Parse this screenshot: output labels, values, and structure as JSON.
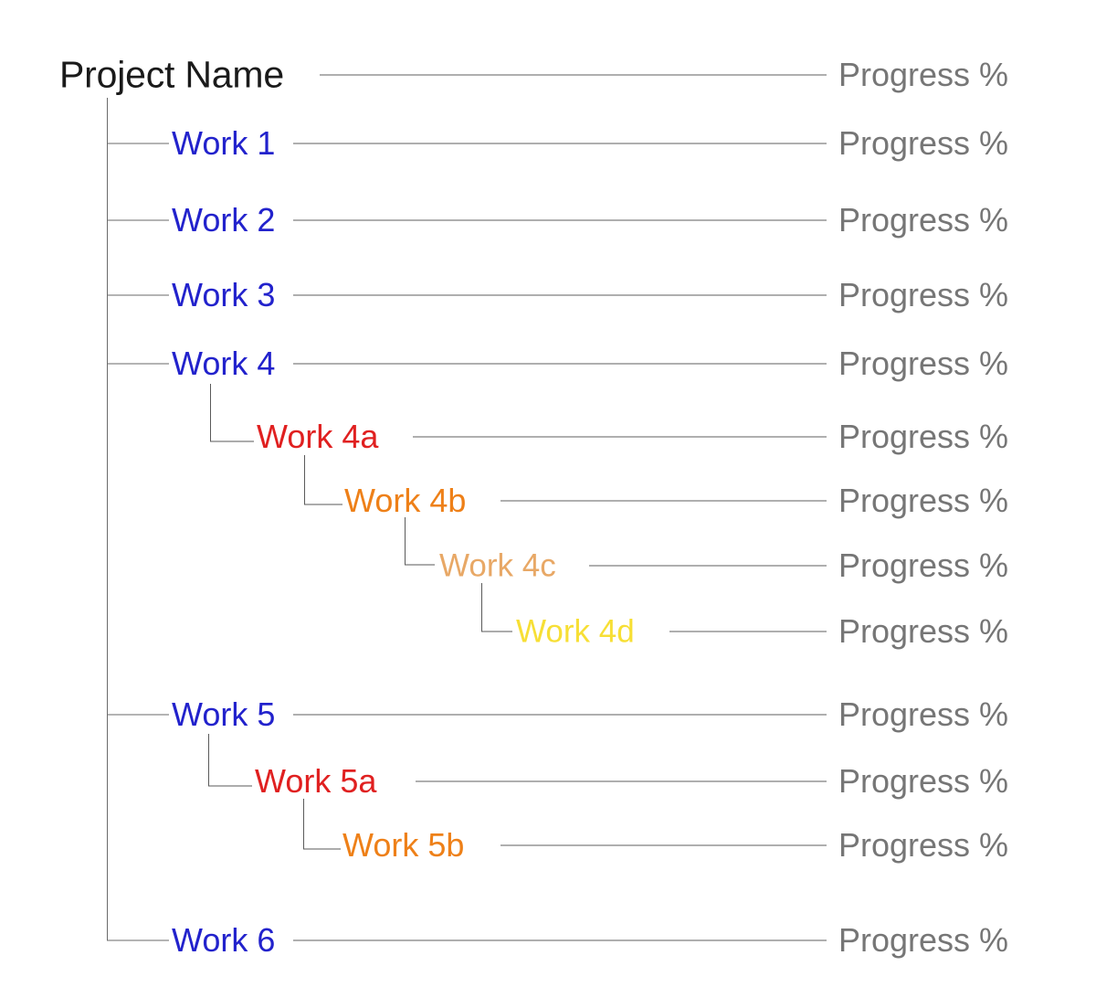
{
  "chart_data": {
    "type": "diagram",
    "diagram_type": "work-breakdown-structure-tree",
    "title": "Project Name",
    "progress_column_label": "Progress %",
    "depth_colors": {
      "root": "#1a1a1a",
      "level1": "#2222cc",
      "level2": "#e02020",
      "level3": "#ee8018",
      "level4": "#e8a866",
      "level5": "#f7df35",
      "connector": "#5f5f5f",
      "progress_text": "#767676",
      "background": "#ffffff"
    },
    "nodes": [
      {
        "id": "root",
        "label": "Project Name",
        "level": 0,
        "parent": null,
        "progress": "Progress %"
      },
      {
        "id": "w1",
        "label": "Work 1",
        "level": 1,
        "parent": "root",
        "progress": "Progress %"
      },
      {
        "id": "w2",
        "label": "Work 2",
        "level": 1,
        "parent": "root",
        "progress": "Progress %"
      },
      {
        "id": "w3",
        "label": "Work 3",
        "level": 1,
        "parent": "root",
        "progress": "Progress %"
      },
      {
        "id": "w4",
        "label": "Work 4",
        "level": 1,
        "parent": "root",
        "progress": "Progress %"
      },
      {
        "id": "w4a",
        "label": "Work 4a",
        "level": 2,
        "parent": "w4",
        "progress": "Progress %"
      },
      {
        "id": "w4b",
        "label": "Work 4b",
        "level": 3,
        "parent": "w4a",
        "progress": "Progress %"
      },
      {
        "id": "w4c",
        "label": "Work 4c",
        "level": 4,
        "parent": "w4b",
        "progress": "Progress %"
      },
      {
        "id": "w4d",
        "label": "Work 4d",
        "level": 5,
        "parent": "w4c",
        "progress": "Progress %"
      },
      {
        "id": "w5",
        "label": "Work 5",
        "level": 1,
        "parent": "root",
        "progress": "Progress %"
      },
      {
        "id": "w5a",
        "label": "Work 5a",
        "level": 2,
        "parent": "w5",
        "progress": "Progress %"
      },
      {
        "id": "w5b",
        "label": "Work 5b",
        "level": 3,
        "parent": "w5a",
        "progress": "Progress %"
      },
      {
        "id": "w6",
        "label": "Work 6",
        "level": 1,
        "parent": "root",
        "progress": "Progress %"
      }
    ]
  },
  "tree": {
    "root": {
      "label": "Project Name",
      "progress": "Progress %"
    },
    "rows": [
      {
        "label": "Project Name",
        "progress": "Progress %",
        "level": 0
      },
      {
        "label": "Work 1",
        "progress": "Progress %",
        "level": 1
      },
      {
        "label": "Work 2",
        "progress": "Progress %",
        "level": 1
      },
      {
        "label": "Work 3",
        "progress": "Progress %",
        "level": 1
      },
      {
        "label": "Work 4",
        "progress": "Progress %",
        "level": 1
      },
      {
        "label": "Work 4a",
        "progress": "Progress %",
        "level": 2
      },
      {
        "label": "Work 4b",
        "progress": "Progress %",
        "level": 3
      },
      {
        "label": "Work 4c",
        "progress": "Progress %",
        "level": 4
      },
      {
        "label": "Work 4d",
        "progress": "Progress %",
        "level": 5
      },
      {
        "label": "Work 5",
        "progress": "Progress %",
        "level": 1
      },
      {
        "label": "Work 5a",
        "progress": "Progress %",
        "level": 2
      },
      {
        "label": "Work 5b",
        "progress": "Progress %",
        "level": 3
      },
      {
        "label": "Work 6",
        "progress": "Progress %",
        "level": 1
      }
    ]
  }
}
